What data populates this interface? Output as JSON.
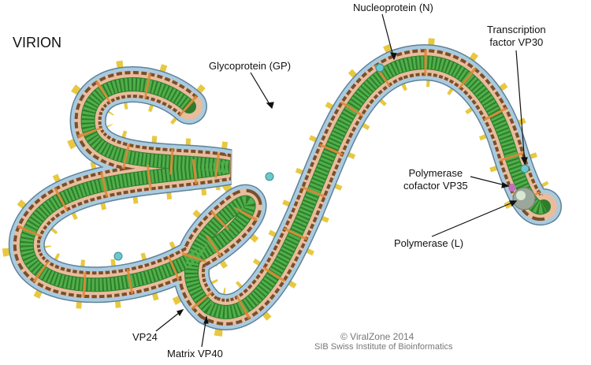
{
  "title": "VIRION",
  "labels": {
    "glycoprotein": "Glycoprotein (GP)",
    "nucleoprotein": "Nucleoprotein (N)",
    "vp30_line1": "Transcription",
    "vp30_line2": "factor VP30",
    "vp35_line1": "Polymerase",
    "vp35_line2": "cofactor VP35",
    "polymerase": "Polymerase (L)",
    "vp24": "VP24",
    "vp40": "Matrix  VP40"
  },
  "credit": {
    "line1": "© ViralZone 2014",
    "line2": "SIB Swiss Institute of Bioinformatics"
  },
  "colors": {
    "envelope": "#a9cbe0",
    "matrix": "#7a4f2c",
    "interior": "#e8bc9c",
    "nucleocapsid": "#3d9a3a",
    "spike": "#e8c840"
  }
}
